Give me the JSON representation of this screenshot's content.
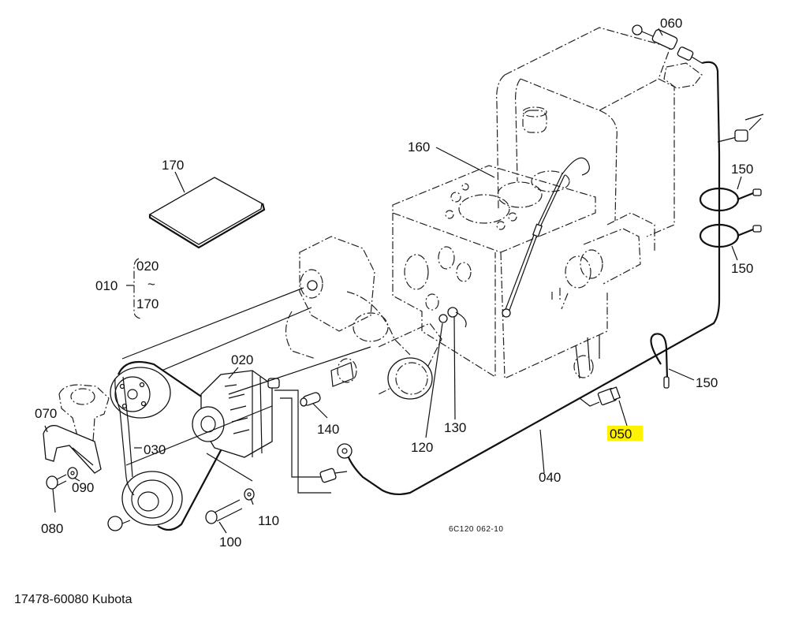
{
  "diagram": {
    "title_code": "6C120 062-10",
    "highlight_color": "#fff200",
    "highlighted_part": "050",
    "parts": [
      {
        "id": "callout-010",
        "label": "010"
      },
      {
        "id": "callout-010-range-start",
        "label": "020"
      },
      {
        "id": "callout-010-range-end",
        "label": "170"
      },
      {
        "id": "callout-020",
        "label": "020"
      },
      {
        "id": "callout-030",
        "label": "030"
      },
      {
        "id": "callout-040",
        "label": "040"
      },
      {
        "id": "callout-050",
        "label": "050"
      },
      {
        "id": "callout-060",
        "label": "060"
      },
      {
        "id": "callout-070",
        "label": "070"
      },
      {
        "id": "callout-080",
        "label": "080"
      },
      {
        "id": "callout-090",
        "label": "090"
      },
      {
        "id": "callout-100",
        "label": "100"
      },
      {
        "id": "callout-110",
        "label": "110"
      },
      {
        "id": "callout-120",
        "label": "120"
      },
      {
        "id": "callout-130",
        "label": "130"
      },
      {
        "id": "callout-140",
        "label": "140"
      },
      {
        "id": "callout-150a",
        "label": "150"
      },
      {
        "id": "callout-150b",
        "label": "150"
      },
      {
        "id": "callout-150c",
        "label": "150"
      },
      {
        "id": "callout-160",
        "label": "160"
      },
      {
        "id": "callout-170",
        "label": "170"
      }
    ],
    "range_separator": "~"
  },
  "caption": "17478-60080 Kubota"
}
